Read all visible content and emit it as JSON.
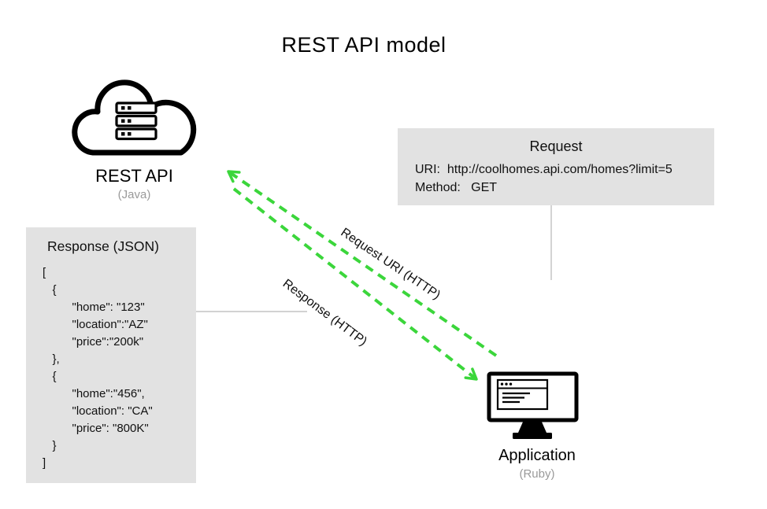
{
  "title": "REST API model",
  "rest_api": {
    "label": "REST API",
    "sublabel": "(Java)"
  },
  "request_box": {
    "title": "Request",
    "uri_line": "URI:  http://coolhomes.api.com/homes?limit=5",
    "method_line": "Method:   GET"
  },
  "response_box": {
    "title": "Response (JSON)",
    "lines": [
      "[",
      "   {",
      "         \"home\": \"123\"",
      "         \"location\":\"AZ\"",
      "         \"price\":\"200k\"",
      "   },",
      "   {",
      "         \"home\":\"456\",",
      "         \"location\": \"CA\"",
      "         \"price\": \"800K\"",
      "   }",
      "]"
    ]
  },
  "application": {
    "label": "Application",
    "sublabel": "(Ruby)"
  },
  "arrows": {
    "request_label": "Request URI (HTTP)",
    "response_label": "Response (HTTP)"
  },
  "colors": {
    "arrow_green": "#3bd63b",
    "box_bg": "#e2e2e2",
    "muted_text": "#9a9a9a",
    "connector_gray": "#c4c4c4"
  }
}
